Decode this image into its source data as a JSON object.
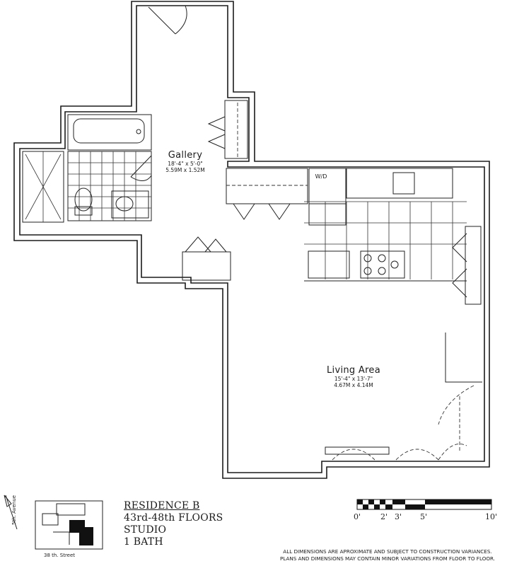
{
  "rooms": {
    "gallery": {
      "name": "Gallery",
      "dim_imperial": "18'-4\" x 5'-0\"",
      "dim_metric": "5.59M x 1.52M"
    },
    "living": {
      "name": "Living Area",
      "dim_imperial": "15'-4\" x 13'-7\"",
      "dim_metric": "4.67M x 4.14M"
    }
  },
  "appliances": {
    "washer_dryer": "W/D"
  },
  "title_block": {
    "residence": "RESIDENCE B",
    "floors": "43rd-48th FLOORS",
    "type": "STUDIO",
    "bath": "1 BATH"
  },
  "scale": {
    "labels": [
      "0'",
      "2'",
      "3'",
      "5'",
      "10'"
    ]
  },
  "key_plan": {
    "street": "38 th. Street",
    "avenue": "5th. Avenue"
  },
  "disclaimer": {
    "line1": "ALL DIMENSIONS ARE APROXIMATE AND SUBJECT TO CONSTRUCTION VARIANCES.",
    "line2": "PLANS AND DIMENSIONS MAY CONTAIN MINOR VARIATIONS FROM FLOOR TO FLOOR."
  }
}
